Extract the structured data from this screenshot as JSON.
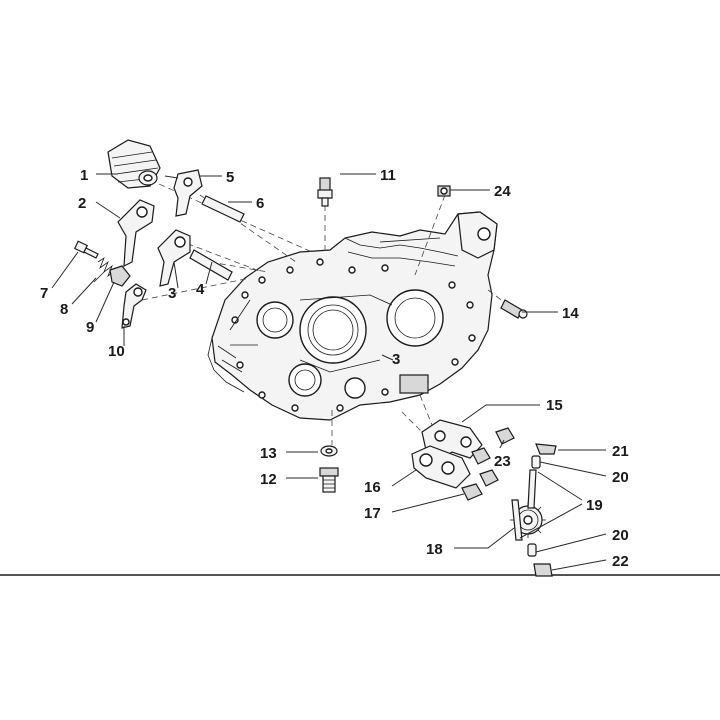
{
  "diagram": {
    "emblem_text": "",
    "callouts": [
      {
        "id": "c1",
        "label": "1"
      },
      {
        "id": "c2",
        "label": "2"
      },
      {
        "id": "c3a",
        "label": "3"
      },
      {
        "id": "c3b",
        "label": "3"
      },
      {
        "id": "c4",
        "label": "4"
      },
      {
        "id": "c5",
        "label": "5"
      },
      {
        "id": "c6",
        "label": "6"
      },
      {
        "id": "c7",
        "label": "7"
      },
      {
        "id": "c8",
        "label": "8"
      },
      {
        "id": "c9",
        "label": "9"
      },
      {
        "id": "c10",
        "label": "10"
      },
      {
        "id": "c11",
        "label": "11"
      },
      {
        "id": "c12",
        "label": "12"
      },
      {
        "id": "c13",
        "label": "13"
      },
      {
        "id": "c14",
        "label": "14"
      },
      {
        "id": "c15",
        "label": "15"
      },
      {
        "id": "c16",
        "label": "16"
      },
      {
        "id": "c17",
        "label": "17"
      },
      {
        "id": "c18",
        "label": "18"
      },
      {
        "id": "c19",
        "label": "19"
      },
      {
        "id": "c20a",
        "label": "20"
      },
      {
        "id": "c20b",
        "label": "20"
      },
      {
        "id": "c21",
        "label": "21"
      },
      {
        "id": "c22",
        "label": "22"
      },
      {
        "id": "c23",
        "label": "23"
      },
      {
        "id": "c24",
        "label": "24"
      }
    ]
  },
  "colors": {
    "line": "#1a1a1a",
    "background": "#ffffff",
    "part_fill": "#f4f4f4"
  }
}
